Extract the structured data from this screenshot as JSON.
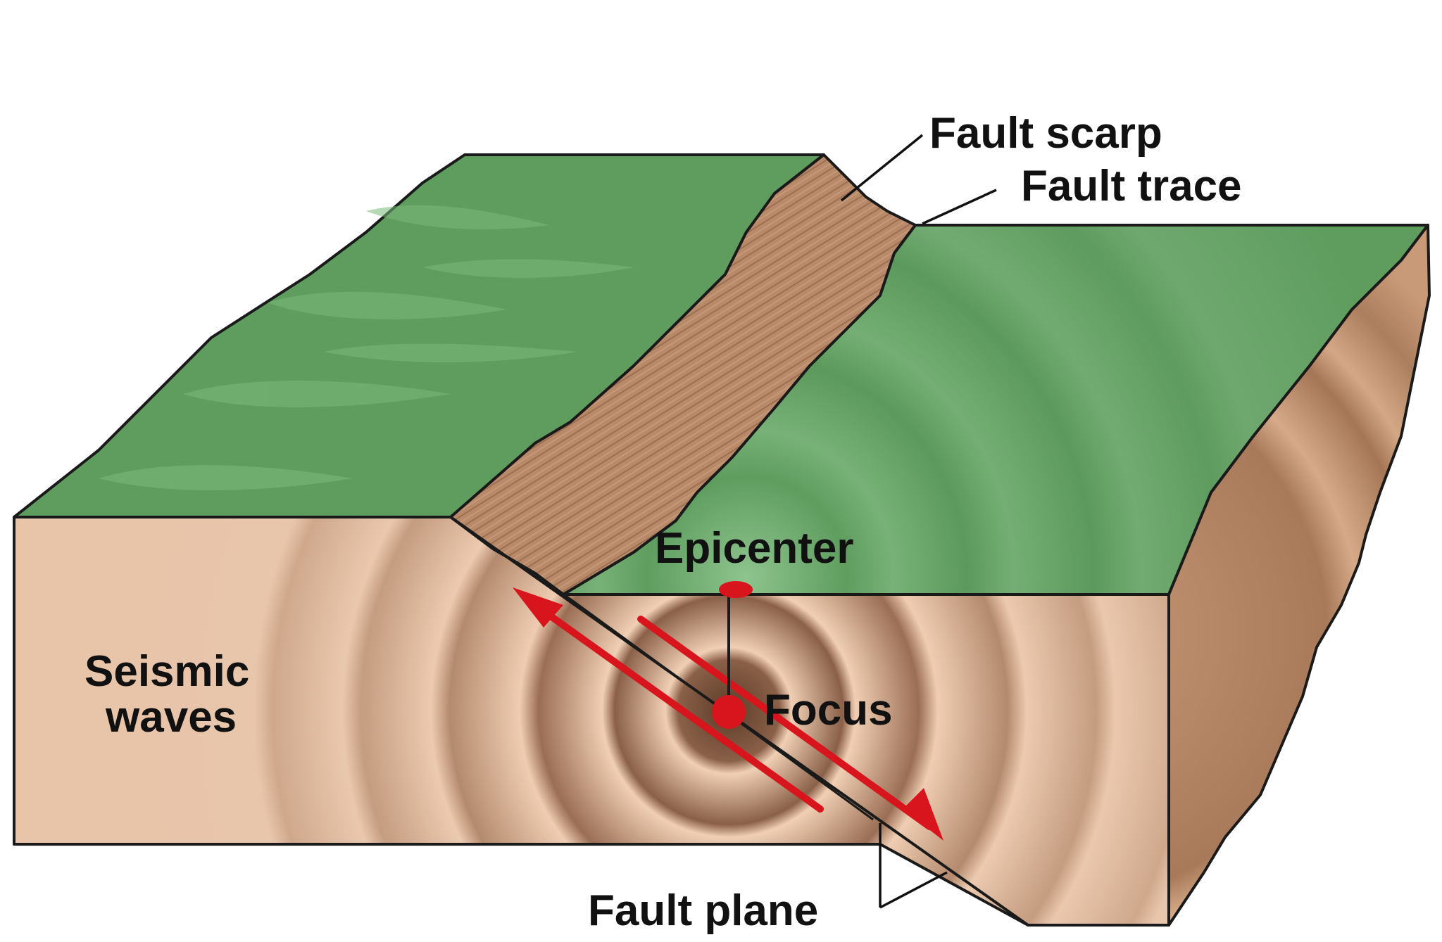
{
  "labels": {
    "fault_scarp": "Fault scarp",
    "fault_trace": "Fault trace",
    "epicenter": "Epicenter",
    "seismic_waves_line1": "Seismic",
    "seismic_waves_line2": "waves",
    "focus": "Focus",
    "fault_plane": "Fault plane"
  },
  "colors": {
    "ground_green": "#5f9d5f",
    "ground_green_light": "#7ab97a",
    "scarp_brown": "#b98a6a",
    "block_front": "#e8c4a8",
    "block_side": "#c99a78",
    "wave_ring": "#8a6048",
    "arrow_red": "#d8141c",
    "outline": "#1a1a1a"
  }
}
